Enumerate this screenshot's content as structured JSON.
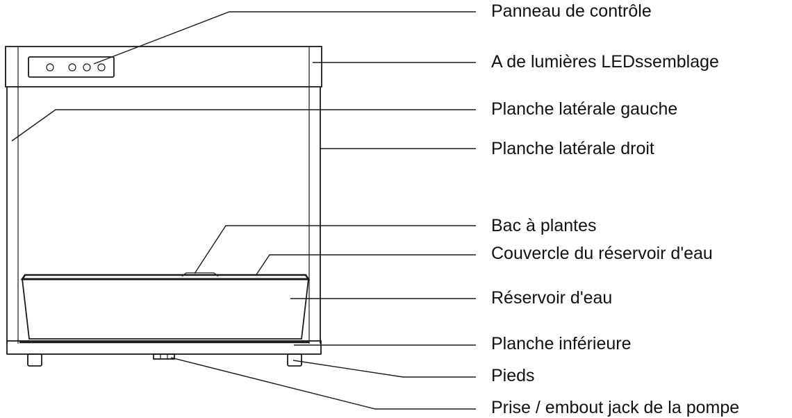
{
  "labels": {
    "control_panel": "Panneau de contrôle",
    "led_assembly": "A  de lumières LEDssemblage",
    "left_side_board": "Planche latérale gauche",
    "right_side_board": "Planche latérale droit",
    "plant_tray": "Bac à plantes",
    "tank_lid": "Couvercle du réservoir d'eau",
    "water_tank": "Réservoir d'eau",
    "bottom_board": "Planche inférieure",
    "feet": "Pieds",
    "pump_jack": "Prise / embout jack de la pompe"
  }
}
